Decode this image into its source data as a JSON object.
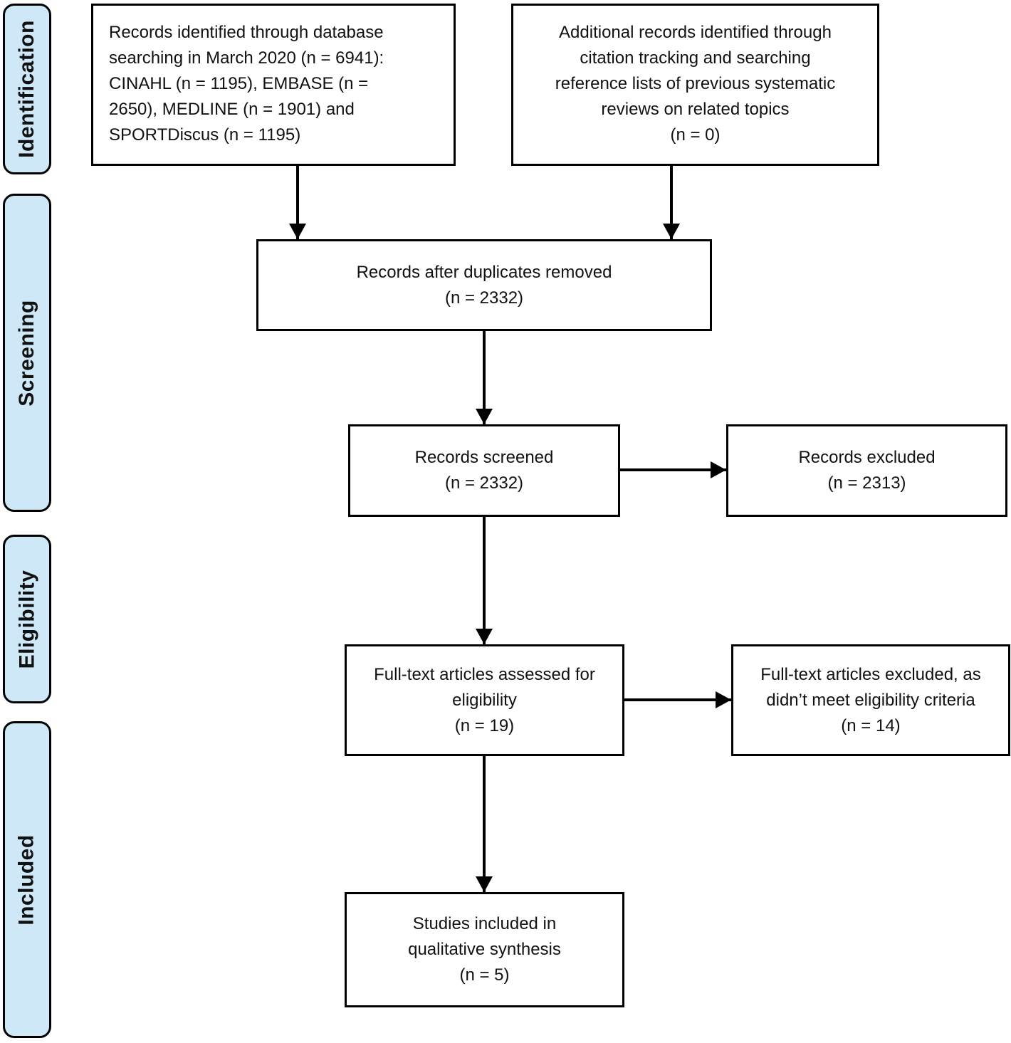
{
  "stages": [
    {
      "label": "Identification"
    },
    {
      "label": "Screening"
    },
    {
      "label": "Eligibility"
    },
    {
      "label": "Included"
    }
  ],
  "boxes": {
    "identification_db": {
      "text": "Records identified through database\nsearching in March 2020 (n = 6941):\nCINAHL (n = 1195), EMBASE (n =\n2650), MEDLINE (n = 1901) and\nSPORTDiscus (n = 1195)",
      "n_total": 6941,
      "sources": [
        {
          "name": "CINAHL",
          "n": 1195
        },
        {
          "name": "EMBASE",
          "n": 2650
        },
        {
          "name": "MEDLINE",
          "n": 1901
        },
        {
          "name": "SPORTDiscus",
          "n": 1195
        }
      ]
    },
    "identification_additional": {
      "text": "Additional records identified through\ncitation tracking and searching\nreference lists of previous systematic\nreviews on related topics\n(n = 0)",
      "n": 0
    },
    "duplicates_removed": {
      "text": "Records after duplicates removed\n(n = 2332)",
      "n": 2332
    },
    "records_screened": {
      "text": "Records screened\n(n = 2332)",
      "n": 2332
    },
    "records_excluded": {
      "text": "Records excluded\n(n = 2313)",
      "n": 2313
    },
    "fulltext_assessed": {
      "text": "Full-text articles assessed for\neligibility\n(n = 19)",
      "n": 19
    },
    "fulltext_excluded": {
      "text": "Full-text articles excluded, as\ndidn’t meet eligibility criteria\n(n = 14)",
      "n": 14
    },
    "studies_included": {
      "text": "Studies included in\nqualitative synthesis\n(n = 5)",
      "n": 5
    }
  },
  "colors": {
    "stage_fill": "#cfe8f8",
    "stage_border": "#000000",
    "box_border": "#000000",
    "arrow": "#000000",
    "background": "#ffffff",
    "text": "#111111"
  }
}
